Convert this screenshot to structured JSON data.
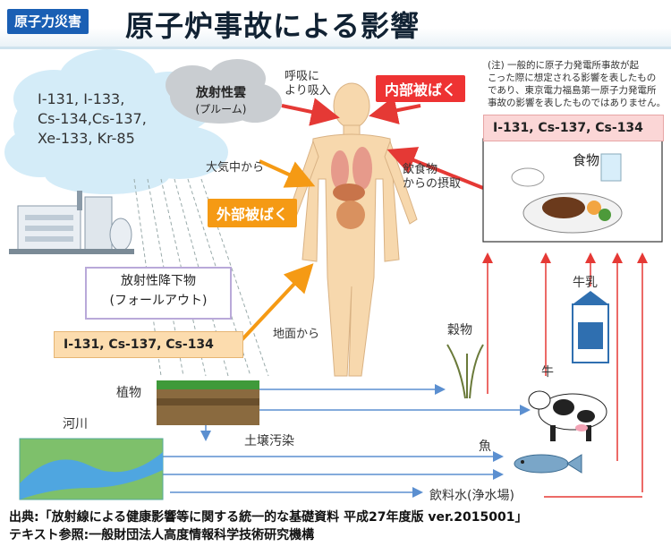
{
  "header": {
    "badge": "原子力災害",
    "title": "原子炉事故による影響"
  },
  "cloud_nuclides": [
    "I-131, I-133,",
    "Cs-134,Cs-137,",
    "Xe-133, Kr-85"
  ],
  "plume": {
    "line1": "放射性雲",
    "line2": "(プルーム)"
  },
  "labels": {
    "breath": [
      "呼吸に",
      "より吸入"
    ],
    "internal": "内部被ばく",
    "from_air": "大気中から",
    "external": "外部被ばく",
    "ingestion": [
      "飲食物",
      "からの摂取"
    ],
    "food": "食物",
    "fallout": [
      "放射性降下物",
      "(フォールアウト)"
    ],
    "from_ground": "地面から",
    "plant": "植物",
    "river": "河川",
    "soil": "土壌汚染",
    "grain": "穀物",
    "milk": "牛乳",
    "cow": "牛",
    "fish": "魚",
    "water": "飲料水(浄水場)"
  },
  "nuclides_food": "I-131, Cs-137, Cs-134",
  "nuclides_ground": "I-131, Cs-137, Cs-134",
  "note": [
    "(注) 一般的に原子力発電所事故が起",
    "こった際に想定される影響を表したもの",
    "であり、東京電力福島第一原子力発電所",
    "事故の影響を表したものではありません。"
  ],
  "footer": {
    "source": "出典:「放射線による健康影響等に関する統一的な基礎資料 平成27年度版 ver.2015001」",
    "text_ref": "テキスト参照:一般財団法人高度情報科学技術研究機構"
  },
  "colors": {
    "internal_arrow": "#e53935",
    "external_arrow": "#f59a14",
    "flow_arrow": "#5b8fd0",
    "cloud": "#d4ecf8",
    "plume": "#c9cdd1",
    "body": "#f7d8ad"
  }
}
